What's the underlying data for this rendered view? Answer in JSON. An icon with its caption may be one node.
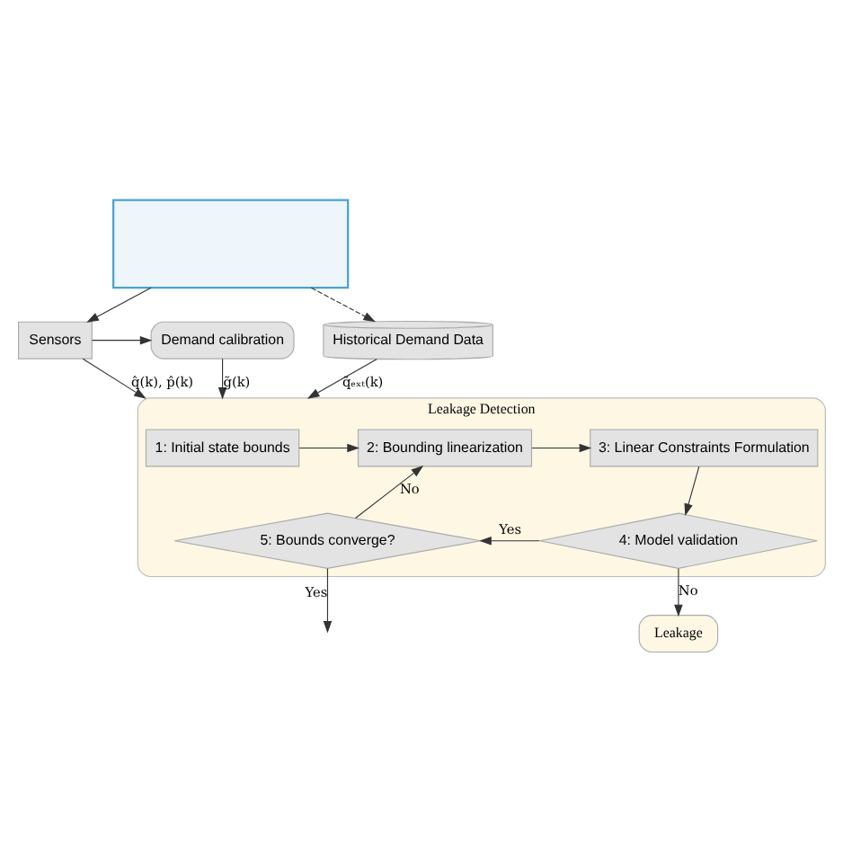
{
  "diagram": {
    "nodes": [
      {
        "text": [],
        "shape": "box"
      },
      {
        "text": [
          "Demand calibration"
        ]
      },
      {
        "text": [
          "Sensors"
        ]
      },
      {
        "text": [
          "Historical Demand Data"
        ]
      },
      {
        "text": [
          "Leakage Detection"
        ]
      },
      {
        "text": [
          "1: Initial state bounds"
        ],
        "in": 4
      },
      {
        "text": [
          "2: Bounding linearization"
        ],
        "in": 4
      },
      {
        "text": [
          "3: Linear Constraints Formulation"
        ],
        "in": 4
      },
      {
        "text": [
          "5: Bounds converge?"
        ],
        "in": 4
      },
      {
        "text": [
          "4: Model validation"
        ],
        "in": 4
      },
      {
        "text": [
          "Leakage"
        ]
      }
    ],
    "edges": [
      {
        "from": 0,
        "to": 2,
        "arrow": "to"
      },
      {
        "from": 0,
        "to": 3,
        "arrow": "to",
        "style": "dashed"
      },
      {
        "from": 2,
        "to": 1,
        "arrow": "to"
      },
      {
        "from": 1,
        "to": 4,
        "arrow": "to",
        "label": "g̃(k)"
      },
      {
        "from": 2,
        "to": 4,
        "arrow": "to",
        "label": "q̂(k), p̂(k)"
      },
      {
        "from": 3,
        "to": 4,
        "arrow": "to",
        "label": "q̃ₑₓₜ(k)"
      },
      {
        "from": 5,
        "to": 6,
        "arrow": "to"
      },
      {
        "from": 6,
        "to": 7,
        "arrow": "to"
      },
      {
        "from": 7,
        "to": 9,
        "arrow": "to"
      },
      {
        "from": 9,
        "to": 8,
        "arrow": "to",
        "label": "Yes"
      },
      {
        "from": 8,
        "to": 6,
        "arrow": "to",
        "label": "No"
      },
      {
        "from": 8,
        "to": null,
        "arrow": "to",
        "label": "Yes"
      },
      {
        "from": 9,
        "to": 10,
        "arrow": "to",
        "label": "No"
      }
    ]
  }
}
